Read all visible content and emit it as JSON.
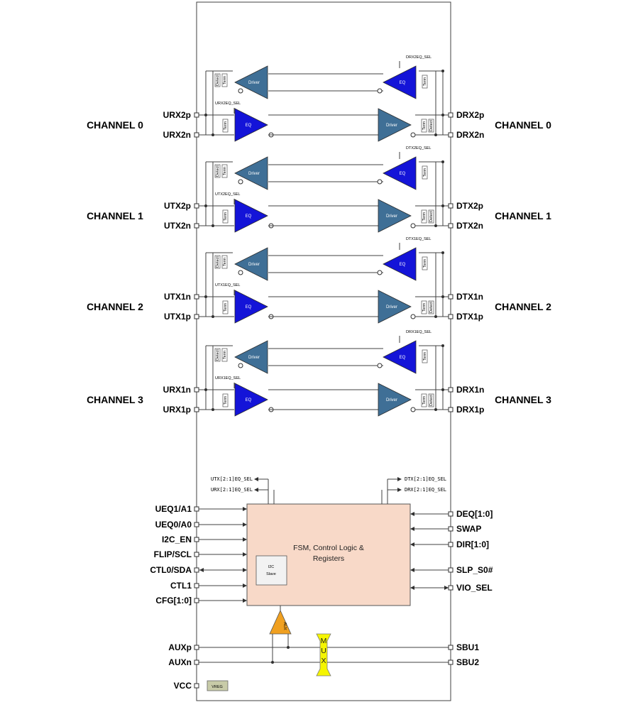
{
  "colors": {
    "driver": "#3f6f96",
    "eq": "#1414d8",
    "control_block": "#f8d9c8",
    "aux_amp": "#f0a020",
    "mux": "#f5f500",
    "vreg": "#c8cba8",
    "line": "#404040"
  },
  "channels": [
    {
      "left_label": "CHANNEL 0",
      "right_label": "CHANNEL 0",
      "left_pins": [
        "URX2p",
        "URX2n"
      ],
      "right_pins": [
        "DRX2p",
        "DRX2n"
      ],
      "top_sel": "DRX2EQ_SEL",
      "left_sel": "URX2EQ_SEL",
      "top_left_amp": "Driver",
      "top_right_amp": "EQ",
      "bottom_left_amp": "EQ",
      "bottom_right_amp": "Driver",
      "left_term_top": [
        "Detect",
        "Term"
      ],
      "left_term_bottom": [
        "Term"
      ],
      "right_term_top": [
        "Term"
      ],
      "right_term_bottom": [
        "Term",
        "Detect"
      ]
    },
    {
      "left_label": "CHANNEL 1",
      "right_label": "CHANNEL 1",
      "left_pins": [
        "UTX2p",
        "UTX2n"
      ],
      "right_pins": [
        "DTX2p",
        "DTX2n"
      ],
      "top_sel": "DTX2EQ_SEL",
      "left_sel": "UTX2EQ_SEL",
      "top_left_amp": "Driver",
      "top_right_amp": "EQ",
      "bottom_left_amp": "EQ",
      "bottom_right_amp": "Driver",
      "left_term_top": [
        "Detect",
        "Term"
      ],
      "left_term_bottom": [
        "Term"
      ],
      "right_term_top": [
        "Term"
      ],
      "right_term_bottom": [
        "Term",
        "Detect"
      ]
    },
    {
      "left_label": "CHANNEL 2",
      "right_label": "CHANNEL 2",
      "left_pins": [
        "UTX1n",
        "UTX1p"
      ],
      "right_pins": [
        "DTX1n",
        "DTX1p"
      ],
      "top_sel": "DTX1EQ_SEL",
      "left_sel": "UTX1EQ_SEL",
      "top_left_amp": "Driver",
      "top_right_amp": "EQ",
      "bottom_left_amp": "EQ",
      "bottom_right_amp": "Driver",
      "left_term_top": [
        "Detect",
        "Term"
      ],
      "left_term_bottom": [
        "Term"
      ],
      "right_term_top": [
        "Term"
      ],
      "right_term_bottom": [
        "Term",
        "Detect"
      ]
    },
    {
      "left_label": "CHANNEL 3",
      "right_label": "CHANNEL 3",
      "left_pins": [
        "URX1n",
        "URX1p"
      ],
      "right_pins": [
        "DRX1n",
        "DRX1p"
      ],
      "top_sel": "DRX1EQ_SEL",
      "left_sel": "URX1EQ_SEL",
      "top_left_amp": "Driver",
      "top_right_amp": "EQ",
      "bottom_left_amp": "EQ",
      "bottom_right_amp": "Driver",
      "left_term_top": [
        "Detect",
        "Term"
      ],
      "left_term_bottom": [
        "Term"
      ],
      "right_term_top": [
        "Term"
      ],
      "right_term_bottom": [
        "Term",
        "Detect"
      ]
    }
  ],
  "control": {
    "title_line1": "FSM, Control Logic &",
    "title_line2": "Registers",
    "i2c_line1": "I2C",
    "i2c_line2": "Slave",
    "left_out_signals": [
      "UTX[2:1]EQ_SEL",
      "URX[2:1]EQ_SEL"
    ],
    "right_out_signals": [
      "DTX[2:1]EQ_SEL",
      "DRX[2:1]EQ_SEL"
    ],
    "left_pins": [
      "UEQ1/A1",
      "UEQ0/A0",
      "I2C_EN",
      "FLIP/SCL",
      "CTL0/SDA",
      "CTL1",
      "CFG[1:0]"
    ],
    "right_pins": [
      "DEQ[1:0]",
      "SWAP",
      "DIR[1:0]",
      "SLP_S0#",
      "VIO_SEL"
    ]
  },
  "aux": {
    "left_pins": [
      "AUXp",
      "AUXn"
    ],
    "right_pins": [
      "SBU1",
      "SBU2"
    ],
    "amp_label": "AUX",
    "mux_letters": [
      "M",
      "U",
      "X"
    ],
    "vcc_pin": "VCC",
    "vreg_label": "VREG"
  }
}
